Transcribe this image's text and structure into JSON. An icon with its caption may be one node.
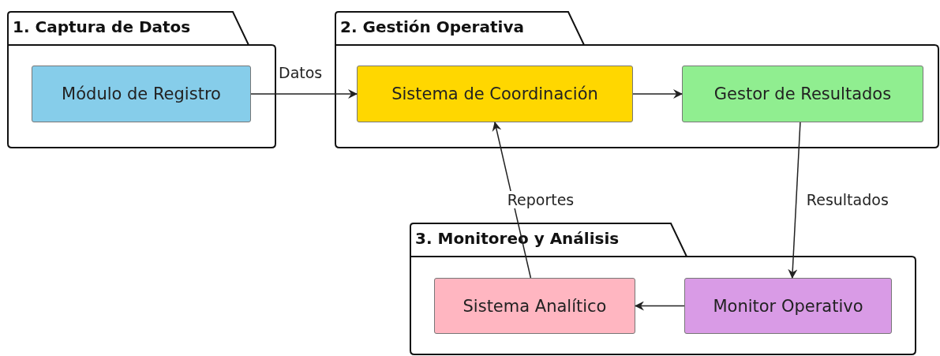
{
  "diagram": {
    "nodes": [
      {
        "text": [
          "1. Captura de Datos"
        ]
      },
      {
        "text": [
          "Módulo de Registro"
        ],
        "in": 0
      },
      {
        "text": [
          "2. Gestión Operativa"
        ]
      },
      {
        "text": [
          "Sistema de Coordinación"
        ],
        "in": 2
      },
      {
        "text": [
          "Gestor de Resultados"
        ],
        "in": 2
      },
      {
        "text": [
          "3. Monitoreo y Análisis"
        ]
      },
      {
        "text": [
          "Sistema Analítico"
        ],
        "in": 5
      },
      {
        "text": [
          "Monitor Operativo"
        ],
        "in": 5
      }
    ],
    "edges": [
      {
        "from": 1,
        "to": 3,
        "arrow": "to",
        "label": "Datos"
      },
      {
        "from": 3,
        "to": 4,
        "arrow": "to"
      },
      {
        "from": 4,
        "to": 7,
        "arrow": "to",
        "label": "Resultados"
      },
      {
        "from": 7,
        "to": 6,
        "arrow": "to"
      },
      {
        "from": 6,
        "to": 3,
        "arrow": "to",
        "label": "Reportes"
      }
    ]
  }
}
